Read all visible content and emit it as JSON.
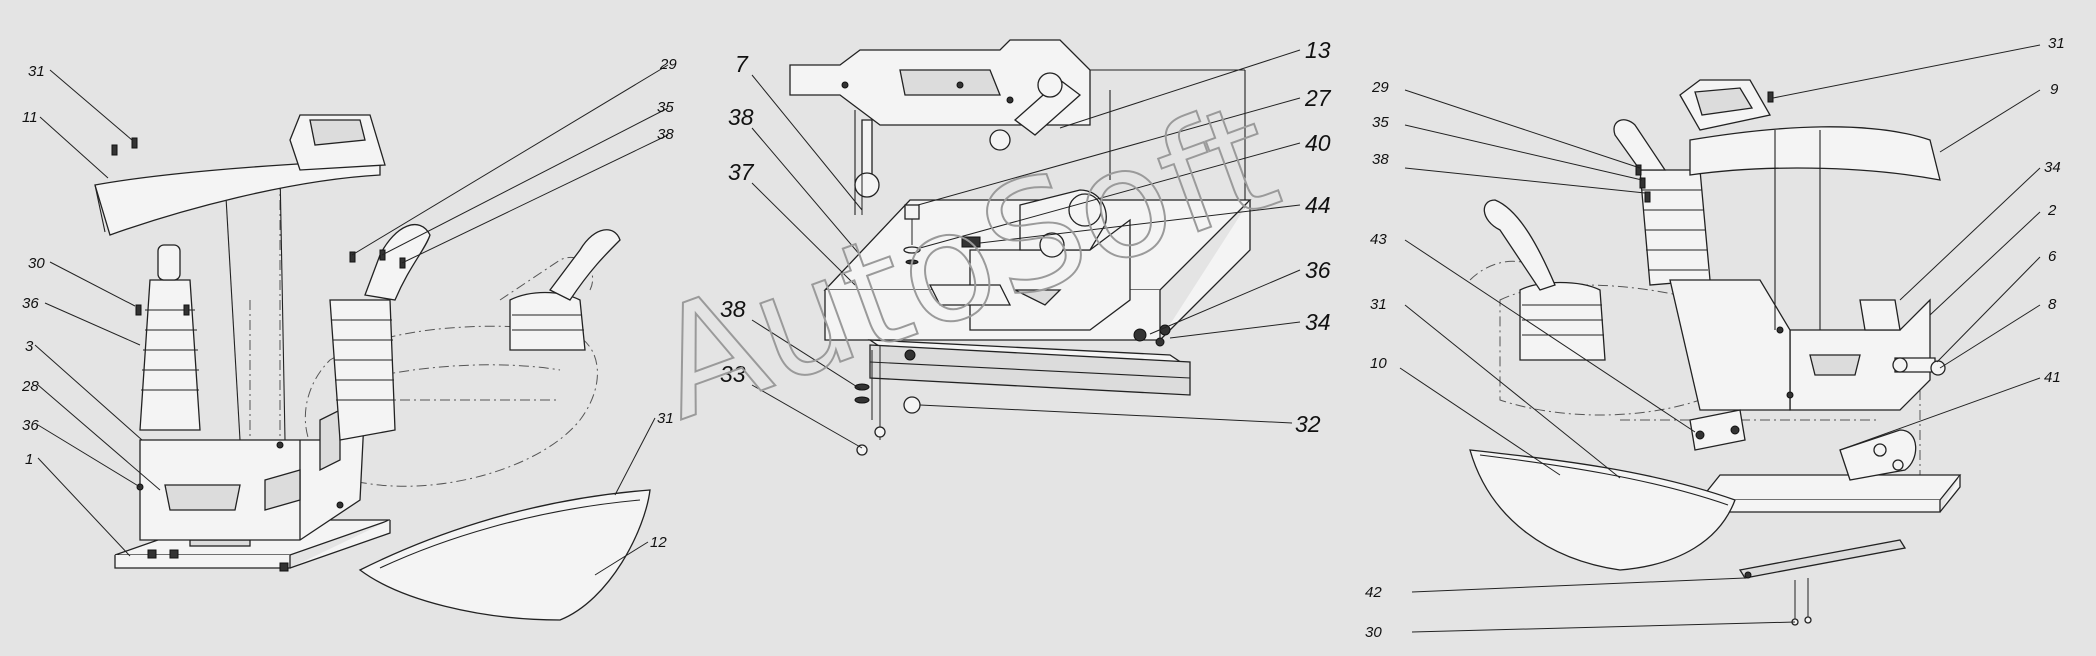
{
  "watermark": "AutoSoft",
  "views": [
    {
      "id": "left",
      "callouts": [
        "31",
        "11",
        "30",
        "36",
        "3",
        "28",
        "36",
        "1",
        "29",
        "35",
        "38",
        "31",
        "12"
      ]
    },
    {
      "id": "center",
      "callouts": [
        "7",
        "38",
        "37",
        "38",
        "33",
        "13",
        "27",
        "40",
        "44",
        "36",
        "34",
        "32"
      ]
    },
    {
      "id": "right",
      "callouts": [
        "29",
        "35",
        "38",
        "43",
        "31",
        "10",
        "31",
        "9",
        "34",
        "2",
        "6",
        "8",
        "41",
        "42",
        "30"
      ]
    }
  ]
}
